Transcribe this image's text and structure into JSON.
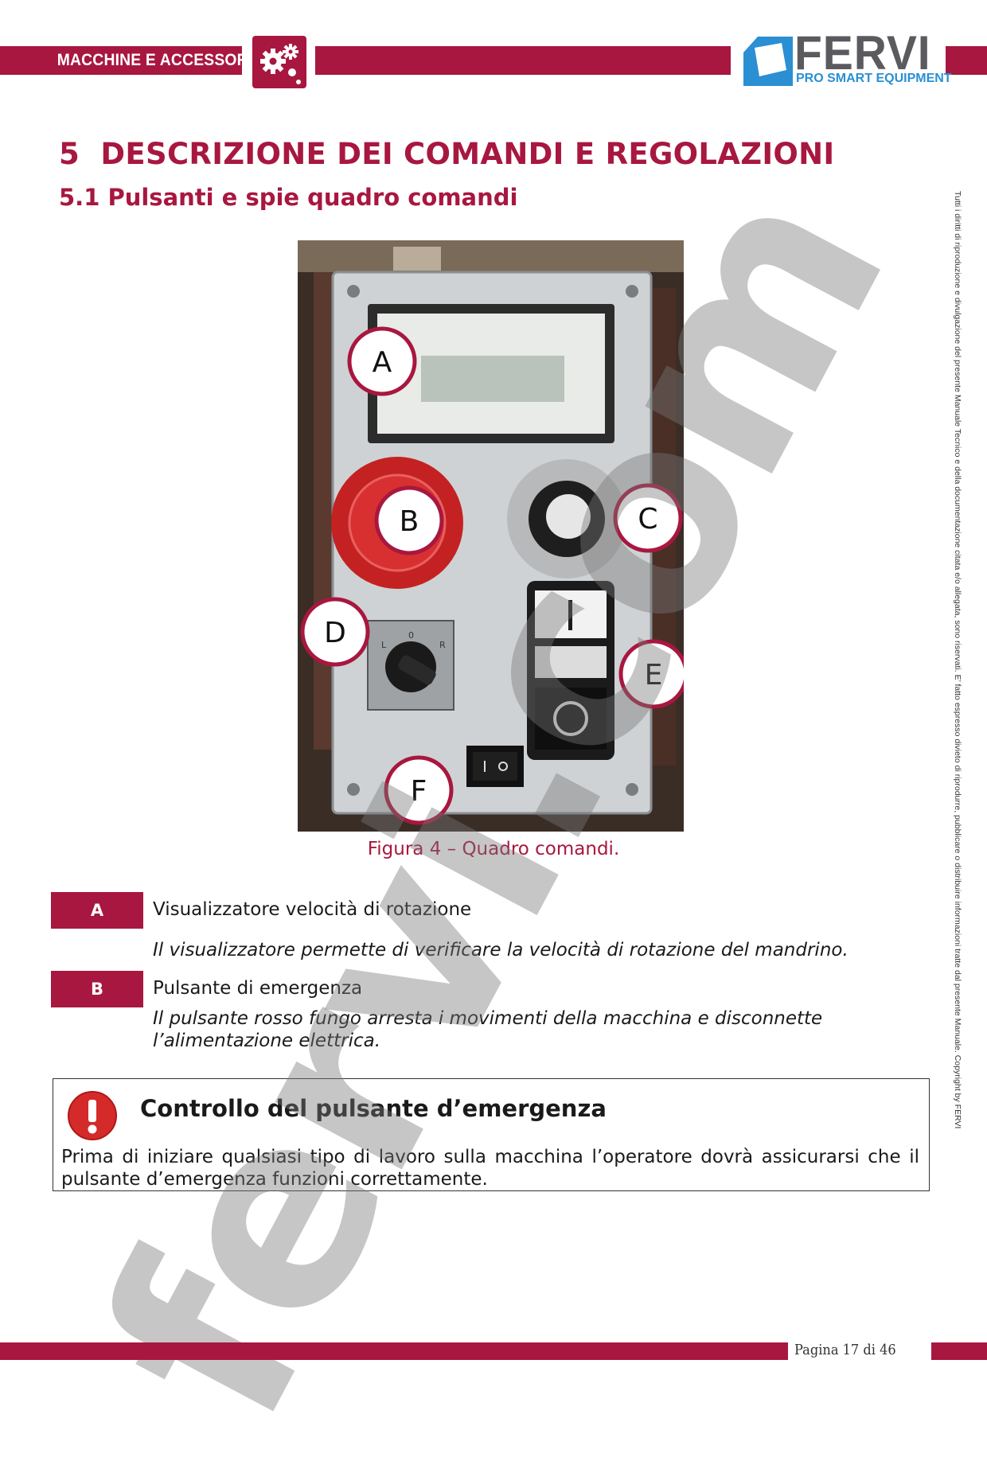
{
  "header": {
    "section_label": "MACCHINE E ACCESSORI",
    "brand_name": "FERVI",
    "brand_tagline": "PRO SMART EQUIPMENT"
  },
  "headings": {
    "chapter": "5  DESCRIZIONE DEI COMANDI E REGOLAZIONI",
    "section": "5.1 Pulsanti e spie quadro comandi"
  },
  "figure": {
    "markers": [
      "A",
      "B",
      "C",
      "D",
      "E",
      "F"
    ],
    "selector_positions": [
      "L",
      "0",
      "R"
    ],
    "caption": "Figura 4 – Quadro comandi."
  },
  "items": [
    {
      "tag": "A",
      "title": "Visualizzatore velocità di rotazione",
      "description": "Il visualizzatore permette di verificare la velocità di rotazione del mandrino."
    },
    {
      "tag": "B",
      "title": "Pulsante di emergenza",
      "description": "Il pulsante rosso fungo arresta i movimenti della macchina e disconnette l’alimentazione elettrica."
    }
  ],
  "warning": {
    "title": "Controllo del pulsante d’emergenza",
    "text": "Prima di iniziare qualsiasi tipo di lavoro sulla macchina l’operatore dovrà assicurarsi che il pulsante d’emergenza funzioni correttamente."
  },
  "side_copyright": "Tutti i diritti di riproduzione e divulgazione del presente Manuale Tecnico e della documentazione citata e/o allegata, sono riservati. E’ fatto espresso divieto di riprodurre, pubblicare o distribuire informazioni tratte dal presente Manuale. Copyright by FERVI",
  "watermark": "fervi.com",
  "footer": {
    "page": "Pagina 17 di 46"
  },
  "colors": {
    "accent": "#a8173f",
    "brand_blue": "#2a8fd3",
    "brand_gray": "#5a5a5f",
    "emergency_red": "#d42a2a"
  }
}
